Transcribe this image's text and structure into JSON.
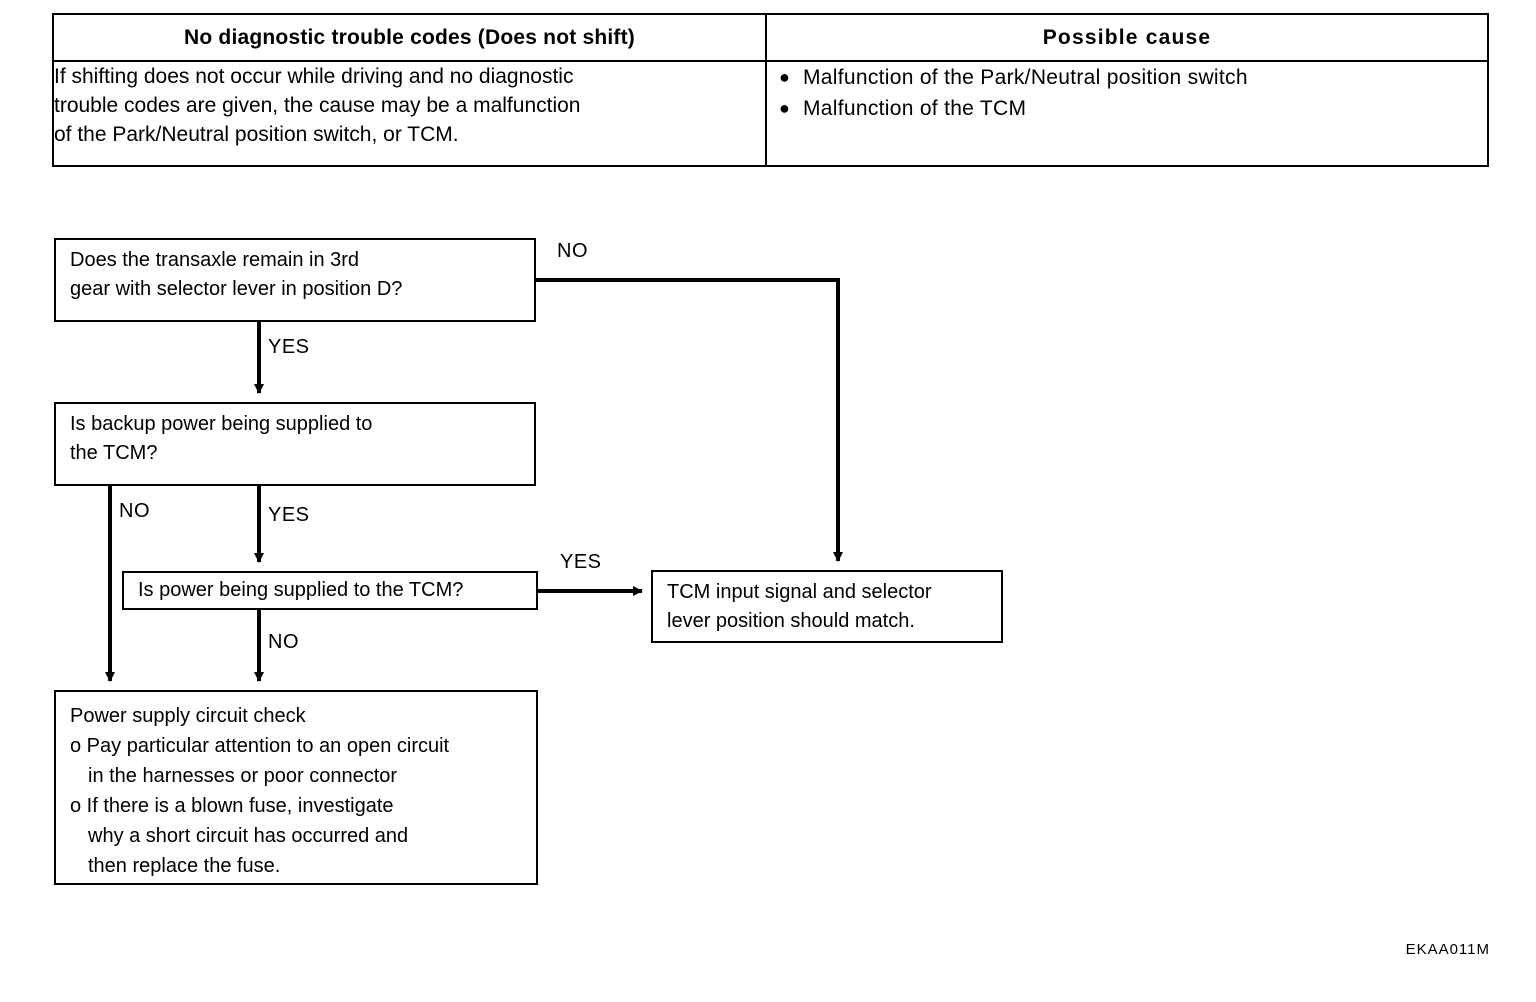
{
  "table": {
    "headers": [
      "No diagnostic trouble codes (Does not shift)",
      "Possible  cause"
    ],
    "symptom": "If shifting does not occur while driving and no diagnostic\ntrouble codes are given, the cause may be a malfunction\nof the Park/Neutral position switch, or TCM.",
    "symptom_lines": [
      "If shifting does not occur while driving and no diagnostic",
      "trouble codes are given, the cause may be a malfunction",
      "of the Park/Neutral position switch, or TCM."
    ],
    "causes": [
      "Malfunction of the Park/Neutral position switch",
      "Malfunction of the TCM"
    ],
    "bullet_glyph": "●"
  },
  "flow": {
    "nodes": {
      "q1": {
        "id": "q1",
        "text": "Does the transaxle remain in 3rd\ngear with selector lever in position D?",
        "line1": "Does the transaxle remain in 3rd",
        "line2": "gear with selector lever in position D?"
      },
      "q2": {
        "id": "q2",
        "text": "Is backup power being supplied to\nthe TCM?",
        "line1": "Is backup power being supplied to",
        "line2": "the TCM?"
      },
      "q3": {
        "id": "q3",
        "text": "Is power being supplied to the TCM?",
        "line1": "Is power being supplied to the TCM?"
      },
      "r1": {
        "id": "r1",
        "text": "TCM input signal and selector\nlever position should match.",
        "line1": "TCM input signal and selector",
        "line2": "lever position should match."
      },
      "r2": {
        "id": "r2",
        "title": "Power supply circuit check",
        "line1": "o Pay particular attention to an open circuit",
        "line2": "in the harnesses or poor connector",
        "line3": "o If there is a blown fuse, investigate",
        "line4": "why a short circuit has occurred and",
        "line5": "then replace the fuse."
      }
    },
    "edge_labels": {
      "q1_no": "NO",
      "q1_yes": "YES",
      "q2_no": "NO",
      "q2_yes": "YES",
      "q3_yes": "YES",
      "q3_no": "NO"
    }
  },
  "footer": {
    "code": "EKAA011M"
  },
  "colors": {
    "ink": "#000000",
    "paper": "#ffffff"
  }
}
